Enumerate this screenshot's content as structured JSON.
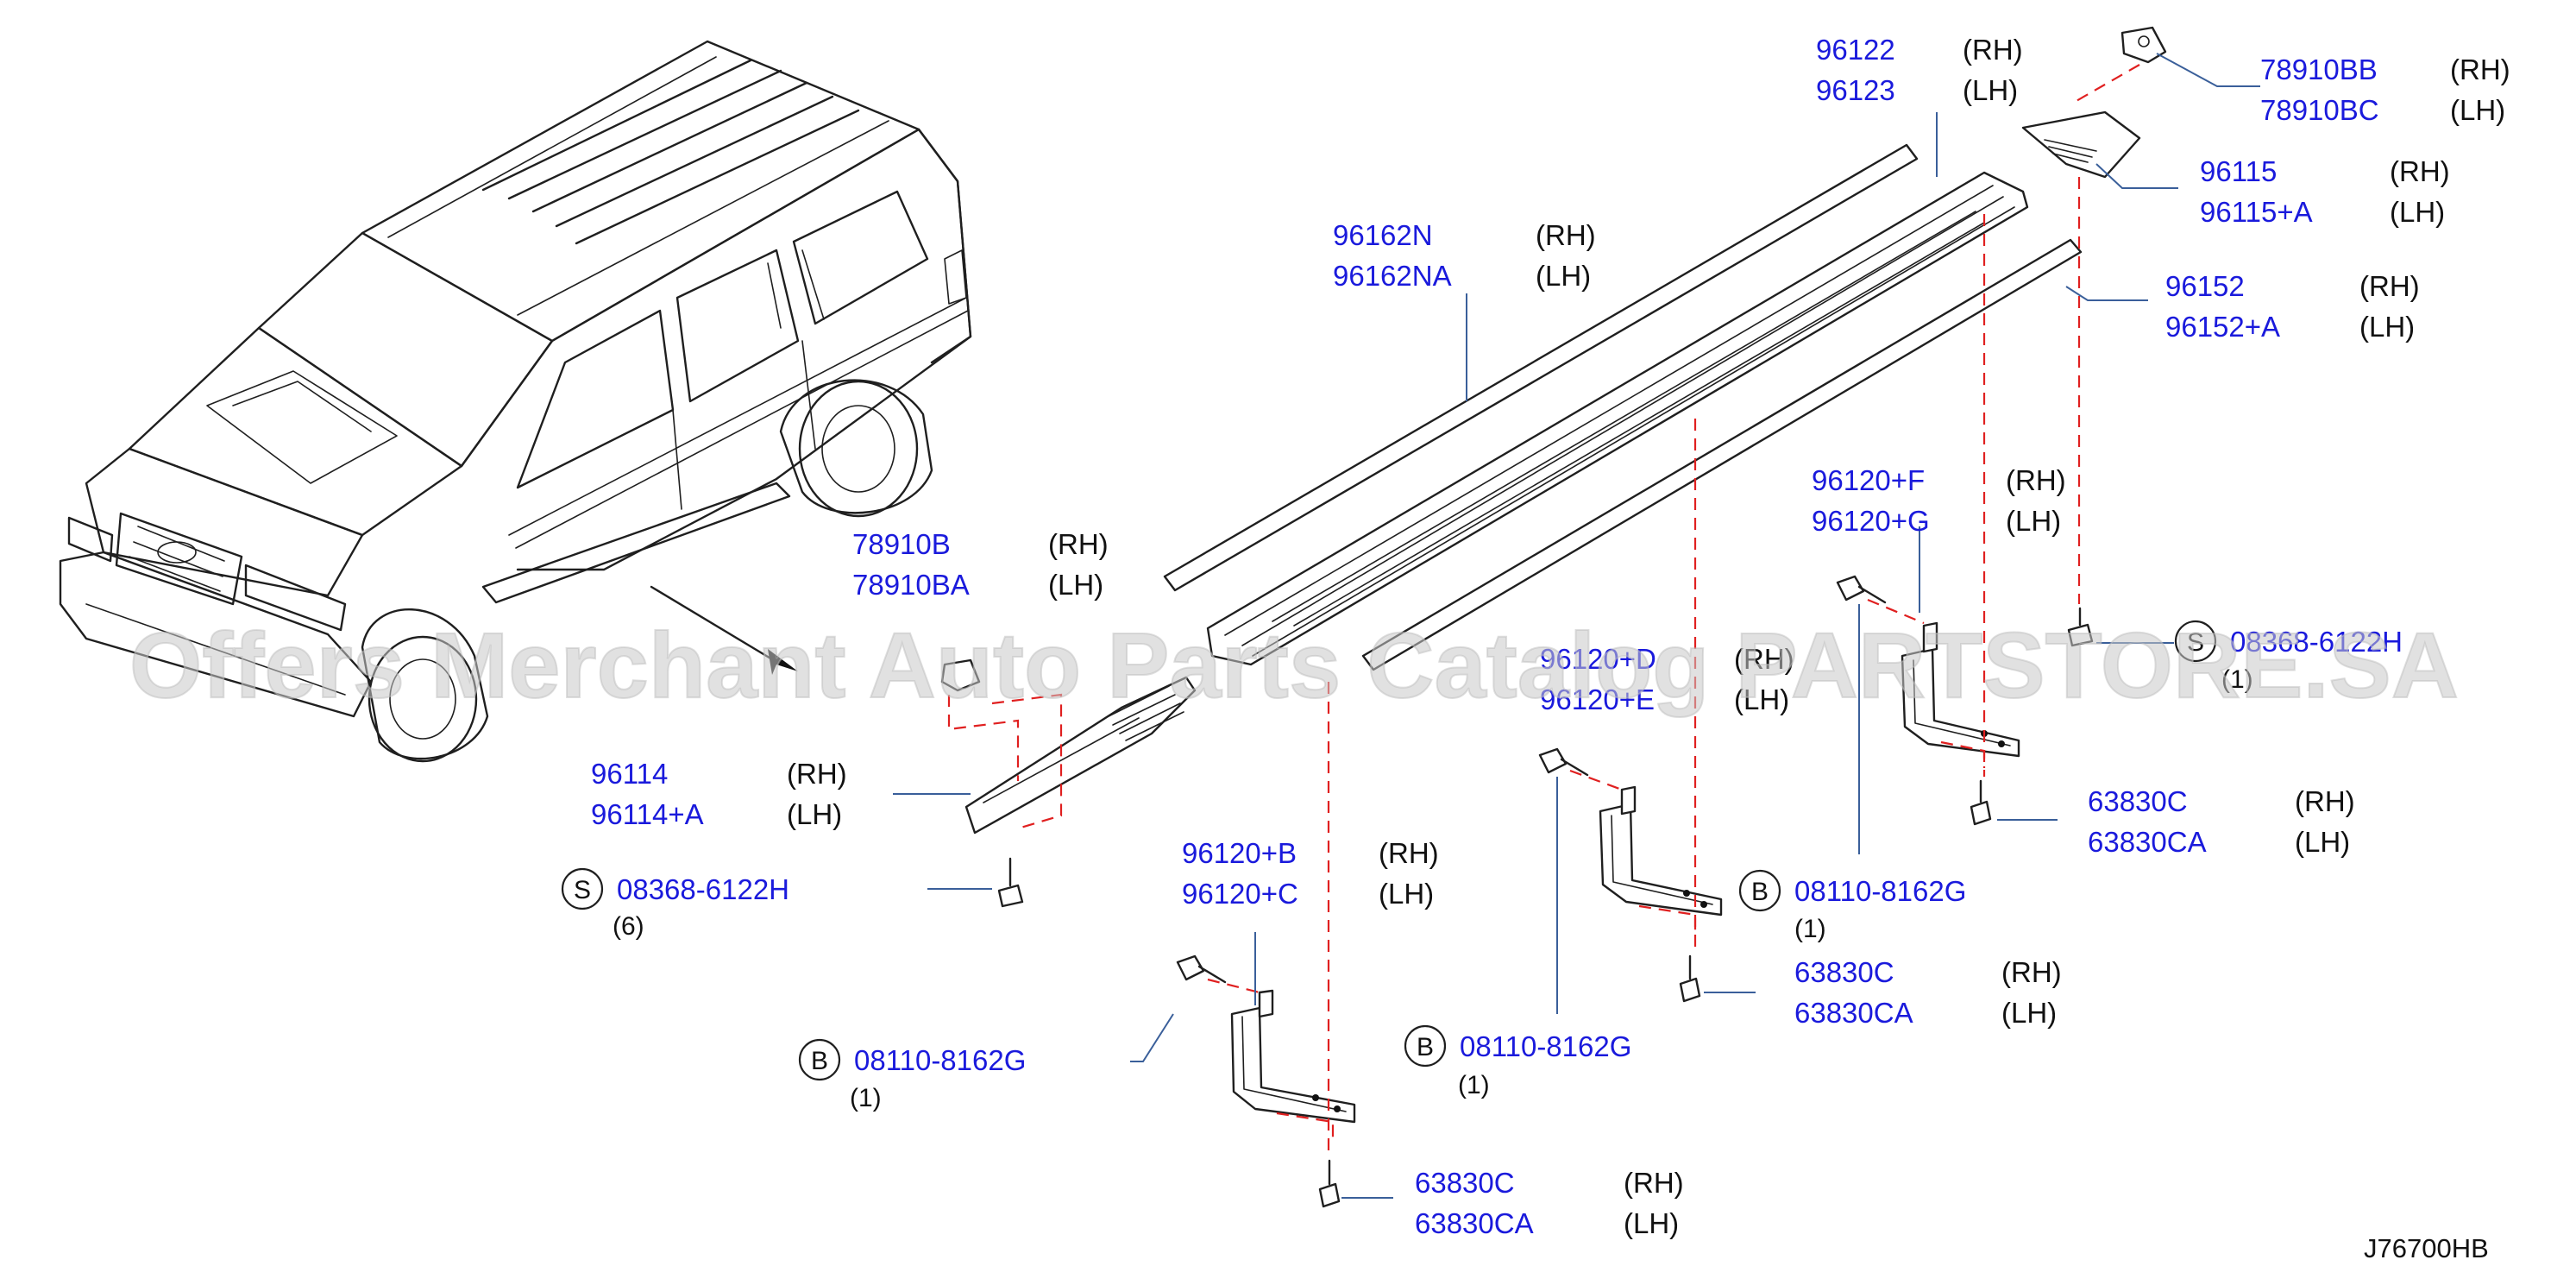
{
  "callouts": [
    {
      "parts": [
        "96122",
        "96123"
      ],
      "sides": [
        "(RH)",
        "(LH)"
      ]
    },
    {
      "parts": [
        "78910BB",
        "78910BC"
      ],
      "sides": [
        "(RH)",
        "(LH)"
      ]
    },
    {
      "parts": [
        "96115",
        "96115+A"
      ],
      "sides": [
        "(RH)",
        "(LH)"
      ]
    },
    {
      "parts": [
        "96162N",
        "96162NA"
      ],
      "sides": [
        "(RH)",
        "(LH)"
      ]
    },
    {
      "parts": [
        "96152",
        "96152+A"
      ],
      "sides": [
        "(RH)",
        "(LH)"
      ]
    },
    {
      "parts": [
        "96120+F",
        "96120+G"
      ],
      "sides": [
        "(RH)",
        "(LH)"
      ]
    },
    {
      "parts": [
        "78910B",
        "78910BA"
      ],
      "sides": [
        "(RH)",
        "(LH)"
      ]
    },
    {
      "parts": [
        "96120+D",
        "96120+E"
      ],
      "sides": [
        "(RH)",
        "(LH)"
      ]
    },
    {
      "parts": [
        "96114",
        "96114+A"
      ],
      "sides": [
        "(RH)",
        "(LH)"
      ]
    },
    {
      "parts": [
        "96120+B",
        "96120+C"
      ],
      "sides": [
        "(RH)",
        "(LH)"
      ]
    },
    {
      "parts": [
        "63830C",
        "63830CA"
      ],
      "sides": [
        "(RH)",
        "(LH)"
      ]
    },
    {
      "parts": [
        "63830C",
        "63830CA"
      ],
      "sides": [
        "(RH)",
        "(LH)"
      ]
    },
    {
      "parts": [
        "63830C",
        "63830CA"
      ],
      "sides": [
        "(RH)",
        "(LH)"
      ]
    }
  ],
  "fasteners": [
    {
      "letter": "S",
      "part": "08368-6122H",
      "qty": "(6)"
    },
    {
      "letter": "S",
      "part": "08368-6122H",
      "qty": "(1)"
    },
    {
      "letter": "B",
      "part": "08110-8162G",
      "qty": "(1)"
    },
    {
      "letter": "B",
      "part": "08110-8162G",
      "qty": "(1)"
    },
    {
      "letter": "B",
      "part": "08110-8162G",
      "qty": "(1)"
    }
  ],
  "watermark": "Offers Merchant Auto Parts Catalog PARTSTORE.SA",
  "diagram_code": "J76700HB",
  "colors": {
    "part_number": "#1a1adc",
    "leader": "#3a5f9a",
    "alignment_dash": "#e02020",
    "watermark": "#c8c8c8"
  }
}
